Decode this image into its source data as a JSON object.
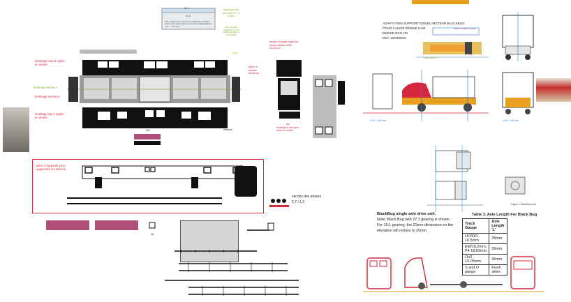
{
  "left_sheet": {
    "top_plate": {
      "dim_top": "80,9",
      "dim_inner": "60,5",
      "note": "cote à déterminer de 0,5 mm d'épaisseur à partir selon plans posés dans le mur de la capôte/plan la cote ... 0,8L fixe"
    },
    "green_note": {
      "title": "Ajustage des arrondis R 1,6 à faire",
      "body": "pour arrondir l'avant sur le toit (détail sur plan à voir cotes)"
    },
    "left_labels": {
      "doublage_haut": "doublage haut à replier en arrière",
      "fenetre_interieur": "fenêtrage intérieur",
      "fenetre_exterieur": "fenêtrage extérieur",
      "doublage_bas": "doublage bas à replier en arrière"
    },
    "vent_label": "Vent",
    "piece_souder": "pièce à souder dessous",
    "label_ah": "AH",
    "label_cote": "x1",
    "label_cote_sub": "à souder",
    "dessin_label": "dessin d'usine basé sur cotes caisse HAM 29.03.22",
    "dessin_bottom": "AV",
    "dessin_bottom_sub": "fenêtrage à découper selon le modèle",
    "box_note": "pièce à rapporter pour augmenter les rebords",
    "cercles_label": "cercles des phares",
    "cercles_sizes": "2,7 / 1,3",
    "x6_label": "x6"
  },
  "right_sheet": {
    "title_lines": [
      "ADAPTATION SUPPORT ESSIEU MOTEUR BLACKBUG",
      "POUR CAISSE RÉSINE HAM",
      "DESSIN ECH HO",
      "MSA 16/03/2022"
    ],
    "engine_note": "essieu moteur à plat",
    "gear_note": "engrenage 27:1",
    "dim_front": "1,95 / 1,55 mm",
    "dim_rear": "1,95 / 1,55 mm",
    "blackbug_title": "BlackBug single axle drive unit.",
    "blackbug_lines": [
      "Note: Black Bug with 27:1 gearing is shown.",
      "For 15:1 gearing, the 21mm dimension on the",
      "elevation will reduce to 20mm."
    ],
    "table_caption": "Table 3.  Axle Length For Black Bug",
    "table_headers": [
      "Track Gauge",
      "Axle Length 'L'"
    ],
    "table_rows": [
      [
        "HO/OO 16.5mm",
        "25mm"
      ],
      [
        "EM/18.2mm, P4 18.83mm",
        "26mm"
      ],
      [
        "On3 19.05mm",
        "26mm"
      ],
      [
        "S and O gauge",
        "Flush axles"
      ]
    ],
    "fig_caption": "Figure 1. BlackBug Unit"
  },
  "colors": {
    "red": "#d7263d",
    "green": "#8cb63c",
    "blue": "#2a7bd4",
    "maroon": "#b05078",
    "orange": "#e8a020"
  }
}
